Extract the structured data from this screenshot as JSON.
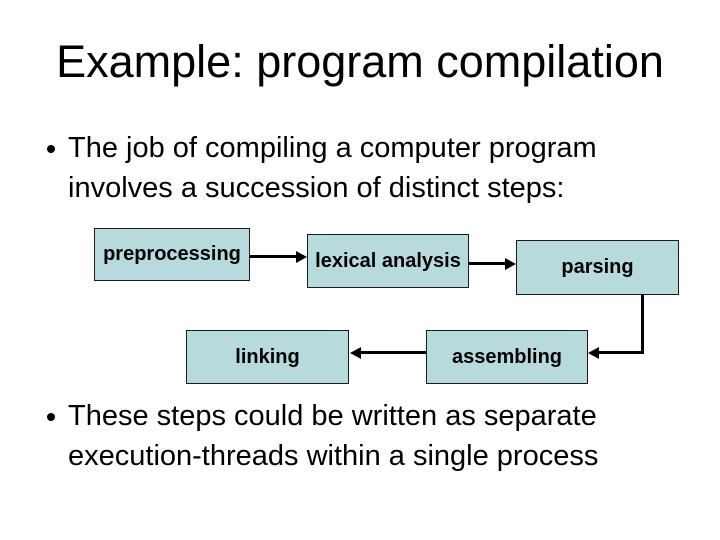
{
  "slide": {
    "title": "Example: program compilation",
    "bullets": [
      {
        "text": "The job of compiling a computer program\ninvolves a succession of distinct steps:"
      },
      {
        "text": "These steps could be written as separate\nexecution-threads within a single process"
      }
    ],
    "diagram": {
      "nodes": [
        {
          "id": "preprocessing",
          "label": "preprocessing"
        },
        {
          "id": "lexical_analysis",
          "label": "lexical analysis"
        },
        {
          "id": "parsing",
          "label": "parsing"
        },
        {
          "id": "assembling",
          "label": "assembling"
        },
        {
          "id": "linking",
          "label": "linking"
        }
      ],
      "edges": [
        {
          "from": "preprocessing",
          "to": "lexical_analysis"
        },
        {
          "from": "lexical_analysis",
          "to": "parsing"
        },
        {
          "from": "parsing",
          "to": "assembling"
        },
        {
          "from": "assembling",
          "to": "linking"
        }
      ]
    }
  },
  "colors": {
    "slide_bg": "#ffffff",
    "text": "#000000",
    "box_fill": "#b7dbdc",
    "box_border": "#1c1c1c",
    "arrow": "#000000"
  }
}
